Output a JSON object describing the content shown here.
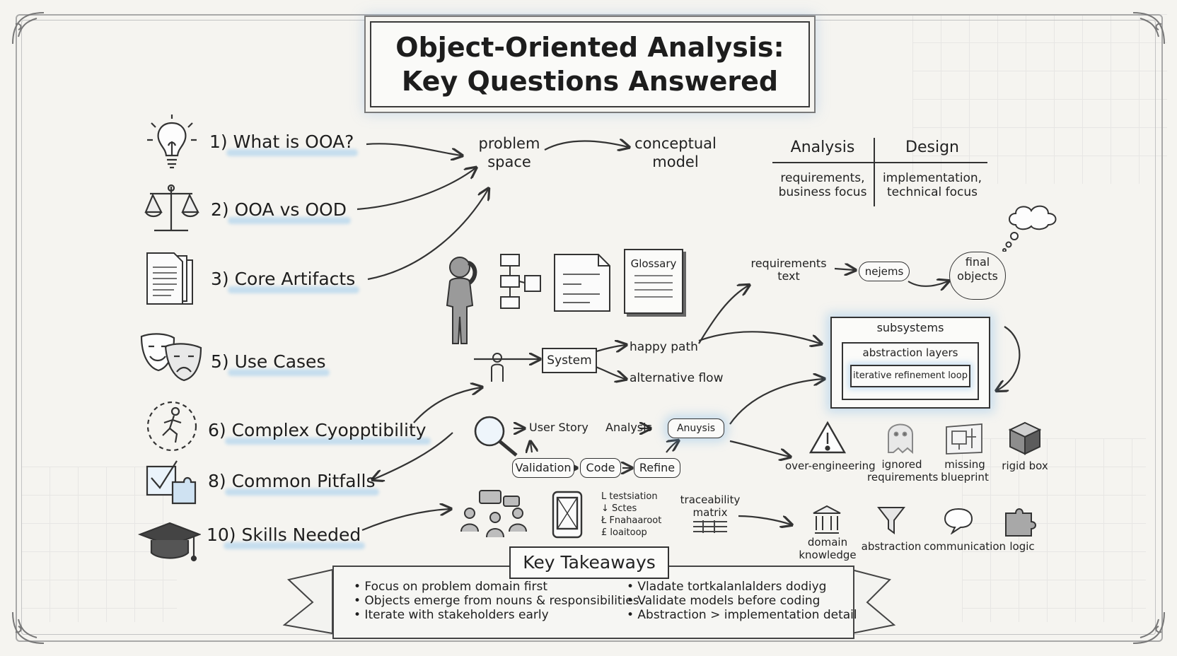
{
  "title": {
    "line1": "Object-Oriented Analysis:",
    "line2": "Key Questions Answered"
  },
  "questions": [
    {
      "label": "1) What is OOA?",
      "icon": "lightbulb-icon"
    },
    {
      "label": "2) OOA vs OOD",
      "icon": "scales-icon"
    },
    {
      "label": "3) Core Artifacts",
      "icon": "documents-icon"
    },
    {
      "label": "5) Use Cases",
      "icon": "theater-masks-icon"
    },
    {
      "label": "6) Complex Cyopptibility",
      "icon": "running-figure-icon"
    },
    {
      "label": "8) Common Pitfalls",
      "icon": "checkbox-puzzle-icon"
    },
    {
      "label": "10) Skills Needed",
      "icon": "graduation-cap-icon"
    }
  ],
  "flow": {
    "problem_space": "problem\nspace",
    "conceptual_model": "conceptual\nmodel"
  },
  "comparison": {
    "analysis_header": "Analysis",
    "design_header": "Design",
    "analysis_text": "requirements,\nbusiness focus",
    "design_text": "implementation,\ntechnical focus"
  },
  "artifacts": {
    "glossary": "Glossary"
  },
  "requirements_flow": {
    "requirements_text": "requirements\ntext",
    "nouns": "nejems",
    "final_objects": "final\nobjects"
  },
  "use_case": {
    "system": "System",
    "happy_path": "happy path",
    "alternative_flow": "alternative flow"
  },
  "layers": {
    "subsystems": "subsystems",
    "abstraction_layers": "abstraction layers",
    "iterative_loop": "iterative refinement loop"
  },
  "cycle": {
    "user_story": "User Story",
    "analysis": "Analysis",
    "anuysis": "Anuysis",
    "validation": "Validation",
    "code": "Code",
    "refine": "Refine"
  },
  "pitfalls": [
    {
      "label": "over-engineering",
      "icon": "warning-icon"
    },
    {
      "label": "ignored\nrequirements",
      "icon": "ghost-icon"
    },
    {
      "label": "missing\nblueprint",
      "icon": "blueprint-icon"
    },
    {
      "label": "rigid box",
      "icon": "cube-icon"
    }
  ],
  "skills_misc": {
    "list": [
      "L  testsiation",
      "↓    Sctes",
      "Ł  Fnahaaroot",
      "£    loaitoop"
    ],
    "traceability": "traceability\nmatrix"
  },
  "skills": [
    {
      "label": "domain\nknowledge",
      "icon": "building-icon"
    },
    {
      "label": "abstraction",
      "icon": "funnel-icon"
    },
    {
      "label": "communication",
      "icon": "speech-bubble-icon"
    },
    {
      "label": "logic",
      "icon": "puzzle-icon"
    }
  ],
  "takeaways": {
    "title": "Key Takeaways",
    "left": [
      "• Focus on problem domain first",
      "• Objects emerge from nouns & responsibilities",
      "• Iterate with stakeholders early"
    ],
    "right": [
      "• Vladate tortkalanlalders dodiyg",
      "• Validate models before coding",
      "• Abstraction > implementation detail"
    ]
  }
}
